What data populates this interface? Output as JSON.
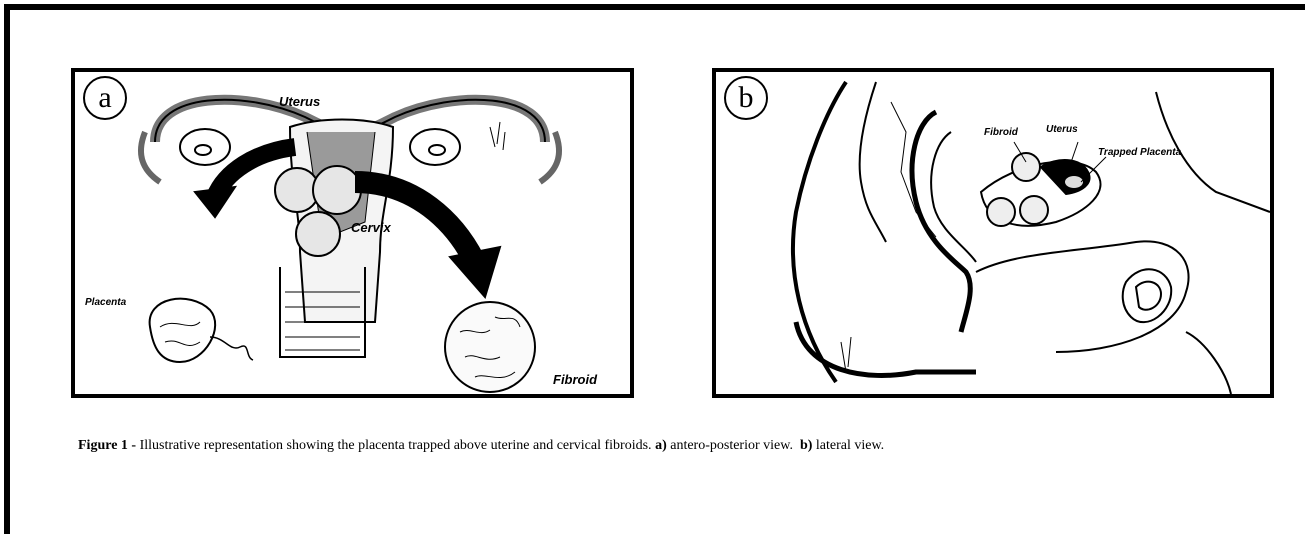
{
  "figure": {
    "panel_a": {
      "letter": "a",
      "labels": {
        "uterus": "Uterus",
        "cervix": "Cervix",
        "placenta": "Placenta",
        "fibroid": "Fibroid"
      }
    },
    "panel_b": {
      "letter": "b",
      "labels": {
        "fibroid": "Fibroid",
        "uterus": "Uterus",
        "trapped_placenta": "Trapped Placenta"
      }
    },
    "caption": {
      "label": "Figure 1 -",
      "text_1": "Illustrative representation showing the placenta trapped above uterine and cervical fibroids.",
      "a_marker": "a)",
      "a_text": "antero-posterior view.",
      "b_marker": "b)",
      "b_text": "lateral view."
    }
  }
}
